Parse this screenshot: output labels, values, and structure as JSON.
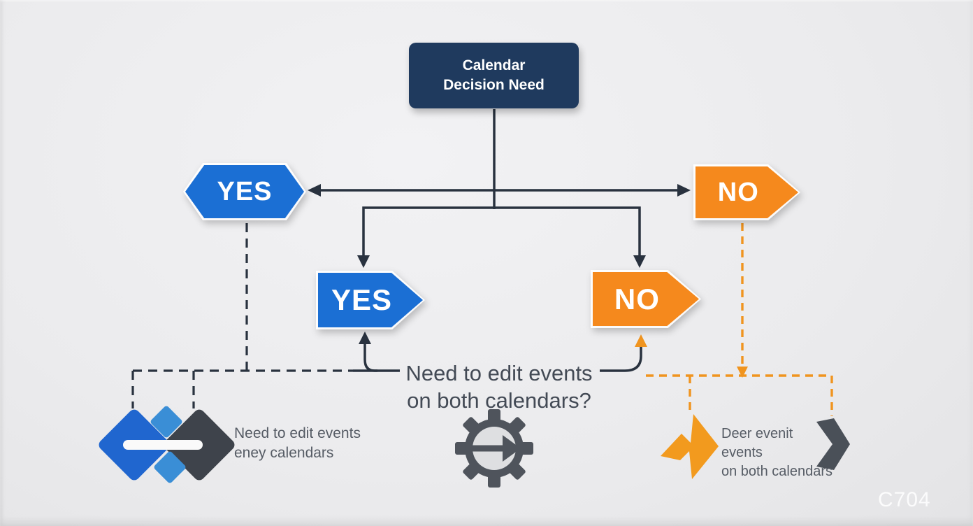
{
  "diagram": {
    "root_node": {
      "line1": "Calendar",
      "line2": "Decision Need"
    },
    "branch_left_label": "YES",
    "branch_right_label": "NO",
    "sub_branch_left_label": "YES",
    "sub_branch_right_label": "NO",
    "question": {
      "line1": "Need to edit events",
      "line2": "on both calendars?"
    },
    "caption_left": {
      "line1": "Need to edit events",
      "line2": "eney calendars"
    },
    "caption_right": {
      "line1": "Deer evenit",
      "line2": "events",
      "line3": "on both calendars"
    },
    "watermark": "C704",
    "icons": [
      "sync-calendars-icon",
      "gear-arrow-icon",
      "forward-zigzag-arrow-icon",
      "chevron-right-icon"
    ],
    "colors": {
      "navy": "#1f3a5e",
      "blue": "#1b6fd4",
      "light_blue": "#3a8ed6",
      "orange": "#f5891d",
      "connector_dark": "#29323f",
      "connector_orange": "#f0941f",
      "text_gray": "#434a55",
      "caption_gray": "#565c65",
      "background": "#eaeaec"
    }
  }
}
